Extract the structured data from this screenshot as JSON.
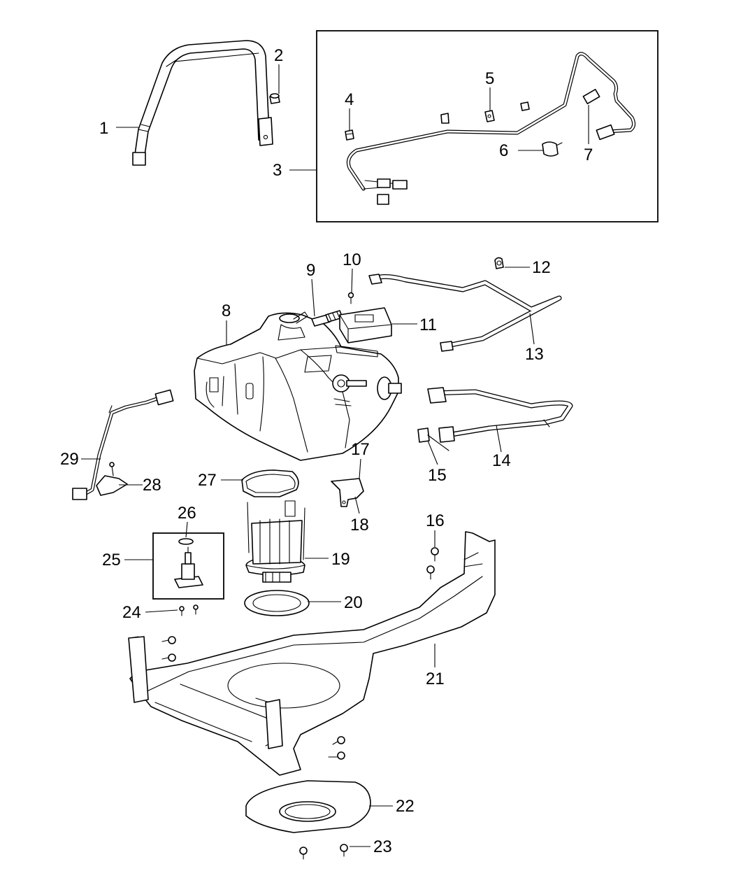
{
  "diagram": {
    "callouts": [
      {
        "id": "1",
        "label": "1"
      },
      {
        "id": "2",
        "label": "2"
      },
      {
        "id": "3",
        "label": "3"
      },
      {
        "id": "4",
        "label": "4"
      },
      {
        "id": "5",
        "label": "5"
      },
      {
        "id": "6",
        "label": "6"
      },
      {
        "id": "7",
        "label": "7"
      },
      {
        "id": "8",
        "label": "8"
      },
      {
        "id": "9",
        "label": "9"
      },
      {
        "id": "10",
        "label": "10"
      },
      {
        "id": "11",
        "label": "11"
      },
      {
        "id": "12",
        "label": "12"
      },
      {
        "id": "13",
        "label": "13"
      },
      {
        "id": "14",
        "label": "14"
      },
      {
        "id": "15",
        "label": "15"
      },
      {
        "id": "16",
        "label": "16"
      },
      {
        "id": "17",
        "label": "17"
      },
      {
        "id": "18",
        "label": "18"
      },
      {
        "id": "19",
        "label": "19"
      },
      {
        "id": "20",
        "label": "20"
      },
      {
        "id": "21",
        "label": "21"
      },
      {
        "id": "22",
        "label": "22"
      },
      {
        "id": "23",
        "label": "23"
      },
      {
        "id": "24",
        "label": "24"
      },
      {
        "id": "25",
        "label": "25"
      },
      {
        "id": "26",
        "label": "26"
      },
      {
        "id": "27",
        "label": "27"
      },
      {
        "id": "28",
        "label": "28"
      },
      {
        "id": "29",
        "label": "29"
      }
    ],
    "line_color": "#000000",
    "background_color": "#ffffff"
  }
}
